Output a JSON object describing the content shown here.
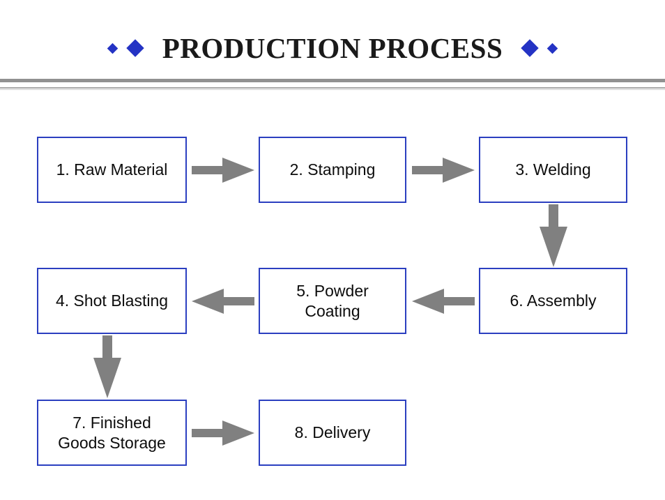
{
  "slide": {
    "title": "PRODUCTION PROCESS",
    "background_color": "#ffffff",
    "accent_blue": "#2433c4",
    "box_border_color": "#2b3fc0",
    "arrow_color": "#808080",
    "rule_color": "#919191",
    "decorations": {
      "left_bullets": [
        "small-diamond",
        "large-diamond"
      ],
      "right_bullets": [
        "large-diamond",
        "small-diamond"
      ]
    }
  },
  "flow": {
    "steps": [
      {
        "id": "step-1",
        "label": "1. Raw Material",
        "row": 1,
        "col": 1
      },
      {
        "id": "step-2",
        "label": "2. Stamping",
        "row": 1,
        "col": 2
      },
      {
        "id": "step-3",
        "label": "3. Welding",
        "row": 1,
        "col": 3
      },
      {
        "id": "step-4",
        "label": "4. Shot Blasting",
        "row": 2,
        "col": 1
      },
      {
        "id": "step-5",
        "label": "5. Powder\nCoating",
        "row": 2,
        "col": 2
      },
      {
        "id": "step-6",
        "label": "6. Assembly",
        "row": 2,
        "col": 3
      },
      {
        "id": "step-7",
        "label": "7. Finished\nGoods Storage",
        "row": 3,
        "col": 1
      },
      {
        "id": "step-8",
        "label": "8. Delivery",
        "row": 3,
        "col": 2
      }
    ],
    "connectors": [
      {
        "id": "arrow-1-2",
        "from": "step-1",
        "to": "step-2",
        "direction": "right"
      },
      {
        "id": "arrow-2-3",
        "from": "step-2",
        "to": "step-3",
        "direction": "right"
      },
      {
        "id": "arrow-3-6",
        "from": "step-3",
        "to": "step-6",
        "direction": "down"
      },
      {
        "id": "arrow-6-5",
        "from": "step-6",
        "to": "step-5",
        "direction": "left"
      },
      {
        "id": "arrow-5-4",
        "from": "step-5",
        "to": "step-4",
        "direction": "left"
      },
      {
        "id": "arrow-4-7",
        "from": "step-4",
        "to": "step-7",
        "direction": "down"
      },
      {
        "id": "arrow-7-8",
        "from": "step-7",
        "to": "step-8",
        "direction": "right"
      }
    ]
  }
}
